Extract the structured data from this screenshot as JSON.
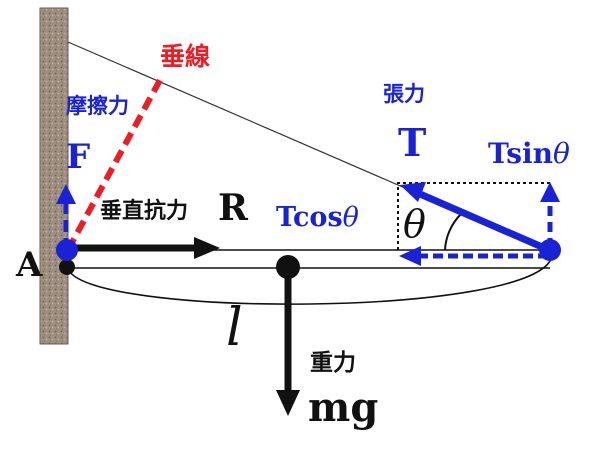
{
  "labels": {
    "plumb_line": "垂線",
    "friction": "摩擦力",
    "friction_symbol": "F",
    "normal_force": "垂直抗力",
    "normal_symbol": "R",
    "tension": "張力",
    "tension_symbol": "T",
    "tsin": "Tsin",
    "tcos": "Tcos",
    "theta": "θ",
    "point_a": "A",
    "length": "l",
    "gravity": "重力",
    "mg": "mg"
  },
  "colors": {
    "force_blue": "#1a22d6",
    "plumb_red": "#ee1c24",
    "wall": "#9a8a7c",
    "ink": "#111111"
  }
}
